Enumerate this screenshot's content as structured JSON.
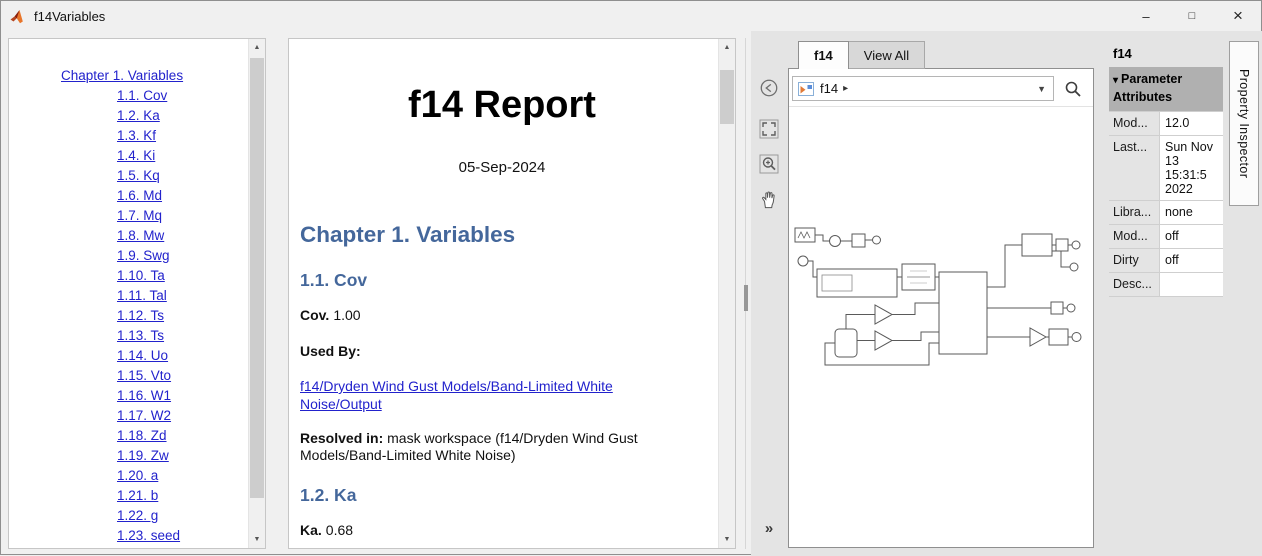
{
  "window": {
    "title": "f14Variables",
    "controls": {
      "minimize": "–",
      "maximize": "□",
      "close": "×"
    }
  },
  "colors": {
    "link_blue": "#2222cc",
    "heading_blue": "#44679b",
    "attr_header_bg": "#b0b0b0",
    "panel_gray": "#e4e4e4",
    "titlebar_gray": "#f0f0f0",
    "matlab_orange": "#e8752a"
  },
  "toc": {
    "items": [
      "Chapter 1. Variables",
      "1.1. Cov",
      "1.2. Ka",
      "1.3. Kf",
      "1.4. Ki",
      "1.5. Kq",
      "1.6. Md",
      "1.7. Mq",
      "1.8. Mw",
      "1.9. Swg",
      "1.10. Ta",
      "1.11. Tal",
      "1.12. Ts",
      "1.13. Ts",
      "1.14. Uo",
      "1.15. Vto",
      "1.16. W1",
      "1.17. W2",
      "1.18. Zd",
      "1.19. Zw",
      "1.20. a",
      "1.21. b",
      "1.22. g",
      "1.23. seed"
    ]
  },
  "report": {
    "title": "f14 Report",
    "date": "05-Sep-2024",
    "chapter_heading": "Chapter 1. Variables",
    "sections": [
      {
        "heading": "1.1. Cov",
        "var_name": "Cov.",
        "var_value": "1.00",
        "used_by_label": "Used By:",
        "used_by_link": "f14/Dryden Wind Gust Models/Band-Limited White Noise/Output",
        "resolved_label": "Resolved in:",
        "resolved_text": "mask workspace (f14/Dryden Wind Gust Models/Band-Limited White Noise)"
      },
      {
        "heading": "1.2. Ka",
        "var_name": "Ka.",
        "var_value": "0.68"
      }
    ]
  },
  "model_panel": {
    "tabs": [
      {
        "label": "f14",
        "active": true
      },
      {
        "label": "View All",
        "active": false
      }
    ],
    "breadcrumb": {
      "model": "f14"
    },
    "expand_chevrons": "»",
    "inspector": {
      "title": "f14",
      "section_header": "Parameter Attributes",
      "rows": [
        {
          "label": "Mod...",
          "value": "12.0"
        },
        {
          "label": "Last...",
          "value": "Sun Nov 13 15:31:5 2022"
        },
        {
          "label": "Libra...",
          "value": "none"
        },
        {
          "label": "Mod...",
          "value": "off"
        },
        {
          "label": "Dirty",
          "value": "off"
        },
        {
          "label": "Desc...",
          "value": ""
        }
      ]
    },
    "property_inspector_label": "Property Inspector"
  },
  "icons": {
    "dropdown_arrow": "▼",
    "breadcrumb_arrow": "▸",
    "collapse_arrow": "▾",
    "scroll_up": "▲",
    "scroll_down": "▼"
  }
}
